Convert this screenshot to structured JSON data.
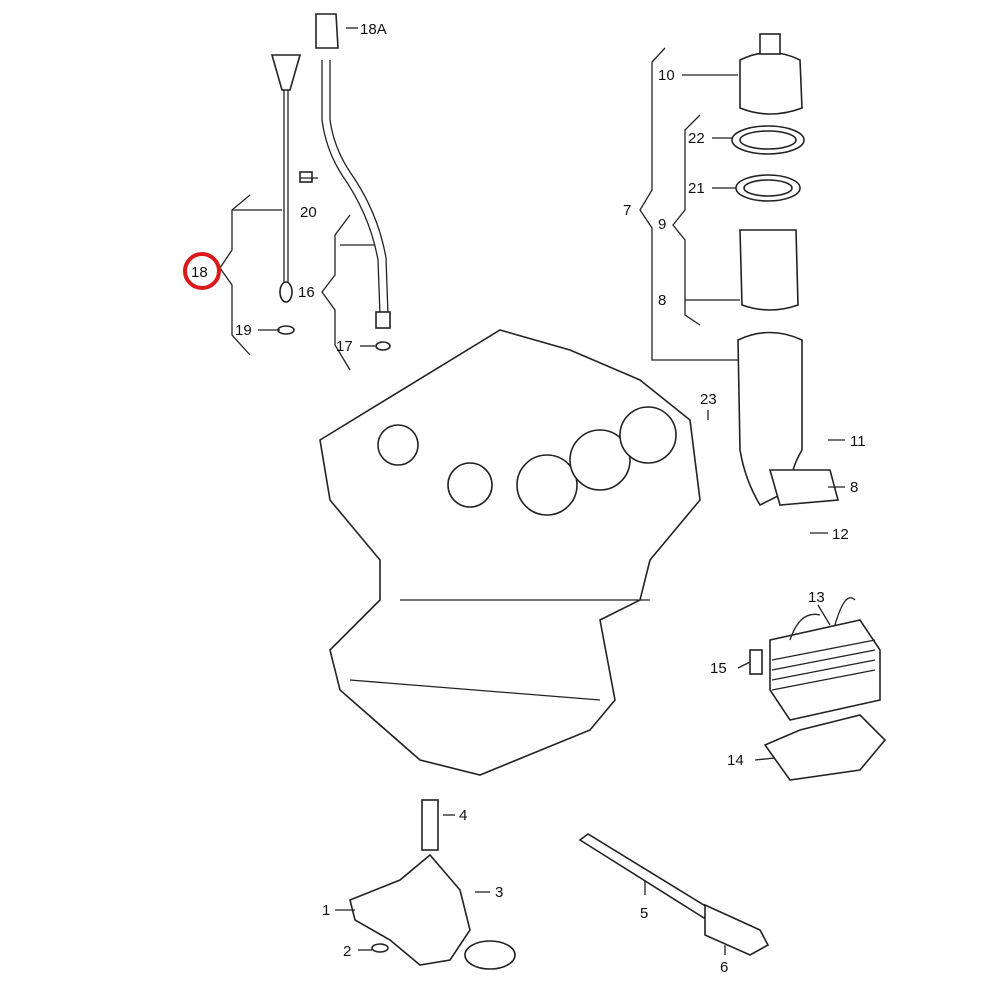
{
  "title": "Engine oil system exploded parts diagram",
  "highlight_color": "#d9191c",
  "highlighted_callout": "18",
  "callouts": {
    "c18A": "18A",
    "c10": "10",
    "c22": "22",
    "c21": "21",
    "c7": "7",
    "c9": "9",
    "c8a": "8",
    "c20": "20",
    "c16": "16",
    "c18": "18",
    "c19": "19",
    "c17": "17",
    "c23": "23",
    "c11": "11",
    "c8b": "8",
    "c12": "12",
    "c13": "13",
    "c15": "15",
    "c14": "14",
    "c4": "4",
    "c3": "3",
    "c1": "1",
    "c2": "2",
    "c5": "5",
    "c6": "6"
  }
}
